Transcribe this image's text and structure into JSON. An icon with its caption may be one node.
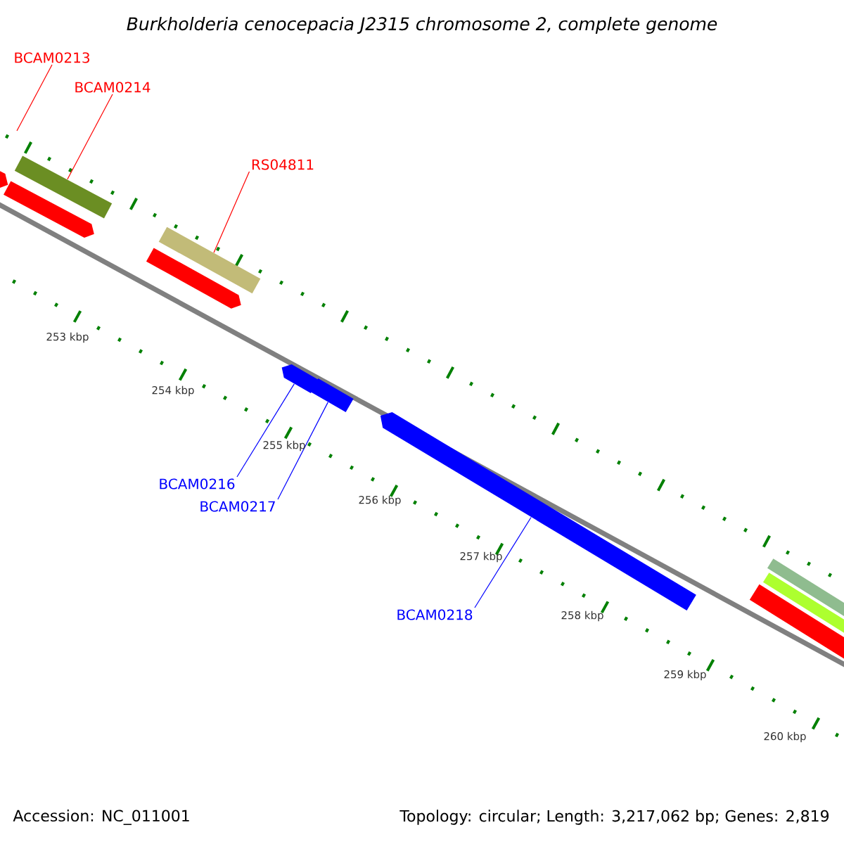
{
  "diagram": {
    "title": "Burkholderia cenocepacia J2315 chromosome 2, complete genome",
    "nodes": [
      {
        "text": [
          "BCAM0213"
        ]
      },
      {
        "text": [
          "BCAM0214"
        ]
      },
      {
        "text": [
          "RS04811"
        ]
      },
      {
        "text": [
          "BCAM0216"
        ]
      },
      {
        "text": [
          "BCAM0217"
        ]
      },
      {
        "text": [
          "BCAM0218"
        ]
      },
      {
        "text": [],
        "shape": "bar"
      },
      {
        "text": [],
        "shape": "bar"
      },
      {
        "text": [],
        "shape": "arrow"
      },
      {
        "text": [],
        "shape": "bar"
      },
      {
        "text": [],
        "shape": "arrow"
      }
    ],
    "edges": [
      {
        "from": 0,
        "to": null,
        "arrow": "none",
        "color": "#ff0000"
      },
      {
        "from": 1,
        "to": 6,
        "arrow": "none",
        "color": "#ff0000"
      },
      {
        "from": 2,
        "to": 7,
        "arrow": "none",
        "color": "#ff0000"
      },
      {
        "from": 3,
        "to": 8,
        "arrow": "none",
        "color": "#0000ff"
      },
      {
        "from": 4,
        "to": 9,
        "arrow": "none",
        "color": "#0000ff"
      },
      {
        "from": 5,
        "to": 10,
        "arrow": "none",
        "color": "#0000ff"
      }
    ],
    "labels": [
      "253 kbp",
      "254 kbp",
      "255 kbp",
      "256 kbp",
      "257 kbp",
      "258 kbp",
      "259 kbp",
      "260 kbp",
      "Accession: NC_011001",
      "Topology: circular; Length: 3,217,062 bp; Genes: 2,819"
    ]
  }
}
